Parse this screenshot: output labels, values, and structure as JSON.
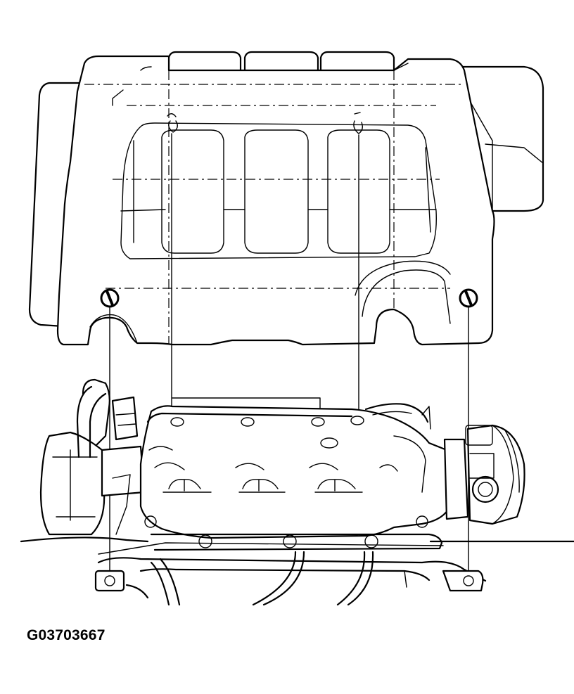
{
  "figure": {
    "code": "G03703667",
    "parts": {
      "cover": "engine-cover",
      "manifold": "intake-manifold",
      "bolts": [
        "cover-bolt-left",
        "cover-bolt-center-left",
        "cover-bolt-center-right",
        "cover-bolt-right"
      ]
    }
  }
}
